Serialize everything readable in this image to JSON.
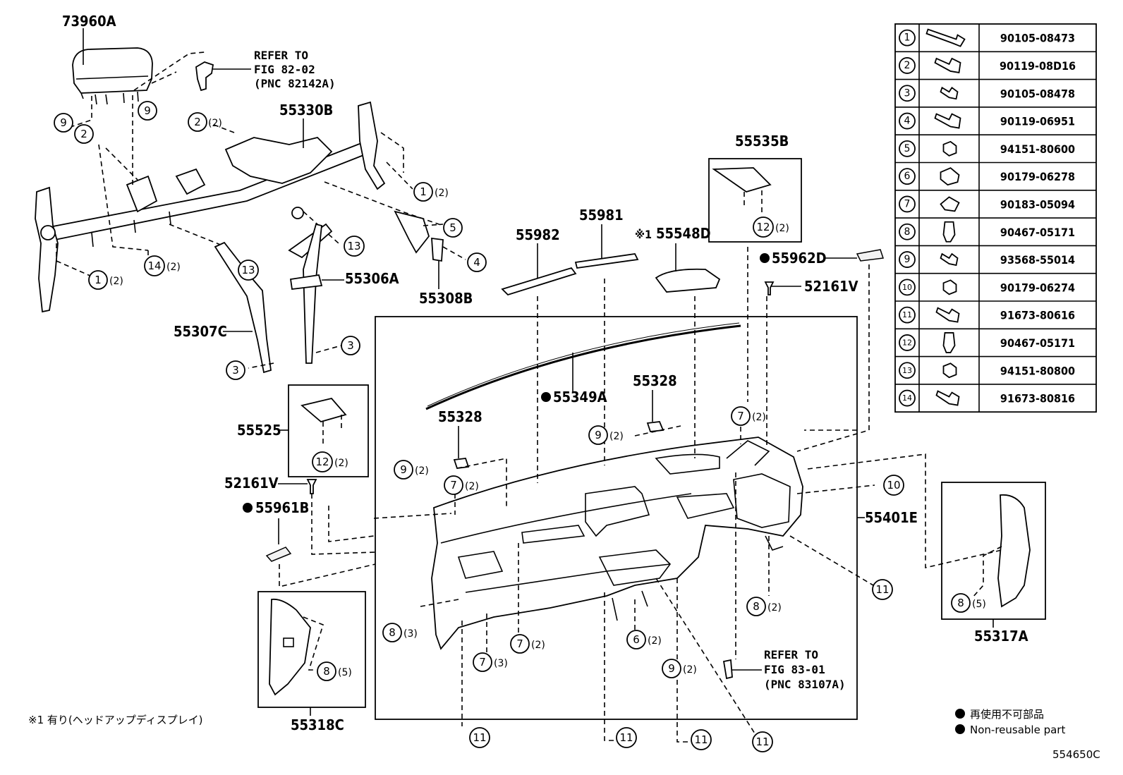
{
  "labels": {
    "airbag": "73960A",
    "refer1_l1": "REFER TO",
    "refer1_l2": "FIG 82-02",
    "refer1_l3": "(PNC 82142A)",
    "reinforcement": "55330B",
    "brace_a": "55306A",
    "brace_b": "55308B",
    "brace_c": "55307C",
    "hud_cover": "55535B",
    "duct_982": "55982",
    "duct_981": "55981",
    "hud_note_mark": "※1",
    "hud_panel": "55548D",
    "vent_d": "55962D",
    "clip_r": "52161V",
    "molding": "55349A",
    "panel_328a": "55328",
    "panel_328b": "55328",
    "cover_525": "55525",
    "clip_l": "52161V",
    "vent_b": "55961B",
    "instrument_panel": "55401E",
    "side_r": "55317A",
    "side_l": "55318C",
    "refer2_l1": "REFER TO",
    "refer2_l2": "FIG 83-01",
    "refer2_l3": "(PNC 83107A)",
    "footnote": "※1 有り(ヘッドアップディスプレイ)",
    "legend_jp": "再使用不可部品",
    "legend_en": "Non-reusable part",
    "figure_id": "554650C"
  },
  "callouts": {
    "q2": "(2)",
    "q3": "(3)",
    "q5": "(5)"
  },
  "parts_table": [
    {
      "index": "1",
      "part_number": "90105-08473",
      "icon": "long-bolt-icon"
    },
    {
      "index": "2",
      "part_number": "90119-08D16",
      "icon": "flange-bolt-icon"
    },
    {
      "index": "3",
      "part_number": "90105-08478",
      "icon": "short-bolt-icon"
    },
    {
      "index": "4",
      "part_number": "90119-06951",
      "icon": "flange-bolt-icon"
    },
    {
      "index": "5",
      "part_number": "94151-80600",
      "icon": "nut-icon"
    },
    {
      "index": "6",
      "part_number": "90179-06278",
      "icon": "square-nut-icon"
    },
    {
      "index": "7",
      "part_number": "90183-05094",
      "icon": "clip-nut-icon"
    },
    {
      "index": "8",
      "part_number": "90467-05171",
      "icon": "clip-icon"
    },
    {
      "index": "9",
      "part_number": "93568-55014",
      "icon": "screw-icon"
    },
    {
      "index": "10",
      "part_number": "90179-06274",
      "icon": "nut-icon"
    },
    {
      "index": "11",
      "part_number": "91673-80616",
      "icon": "bolt-icon"
    },
    {
      "index": "12",
      "part_number": "90467-05171",
      "icon": "clip-icon"
    },
    {
      "index": "13",
      "part_number": "94151-80800",
      "icon": "nut-icon"
    },
    {
      "index": "14",
      "part_number": "91673-80816",
      "icon": "bolt-icon"
    }
  ]
}
